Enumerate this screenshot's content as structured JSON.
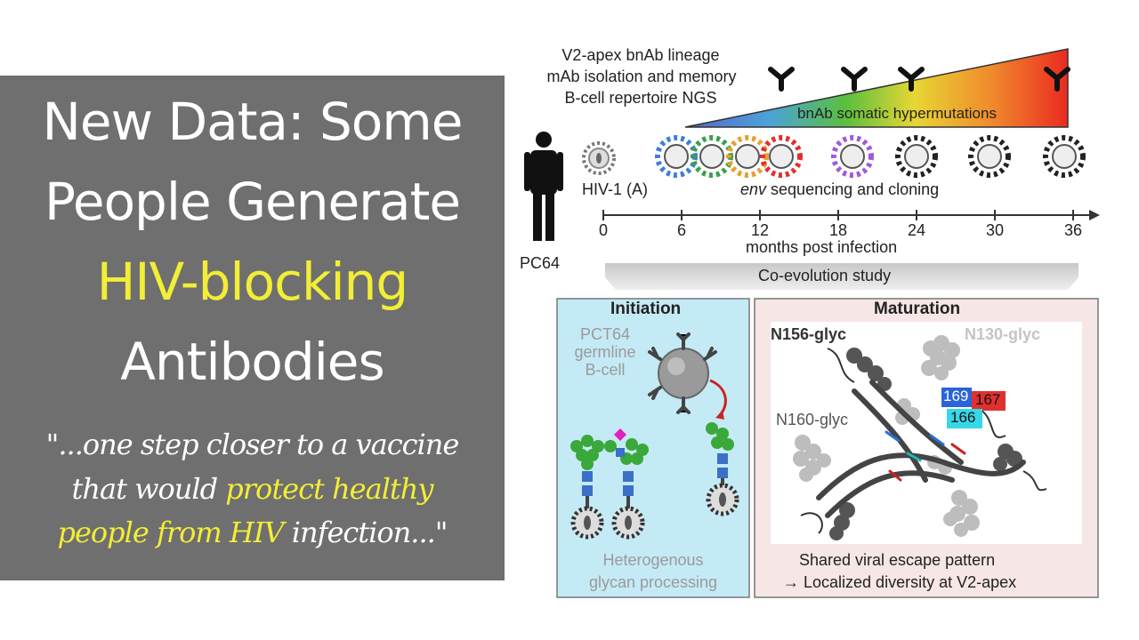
{
  "slide": {
    "headline": [
      "New Data: Some",
      "People Generate",
      "HIV-blocking",
      "Antibodies"
    ],
    "quote": {
      "line1": "\"...one step closer to a vaccine",
      "line2_pre": "that would ",
      "line2_hl": "protect healthy",
      "line3_hl": "people from HIV",
      "line3_post": " infection...\""
    },
    "colors": {
      "panel": "#6f6f6f",
      "highlight": "#f2ee36"
    }
  },
  "figure": {
    "header": [
      "V2-apex bnAb lineage",
      "mAb isolation and memory",
      "B-cell repertoire NGS"
    ],
    "gradient_label": "bnAb somatic hypermutations",
    "donor_label": "PC64",
    "virus_label": "HIV-1 (A)",
    "env_label_italic": "env",
    "env_label_rest": " sequencing and cloning",
    "axis_ticks": [
      "0",
      "6",
      "12",
      "18",
      "24",
      "30",
      "36"
    ],
    "axis_label": "months post infection",
    "coevolution_label": "Co-evolution study",
    "initiation": {
      "title": "Initiation",
      "bcell_label": [
        "PCT64",
        "germline",
        "B-cell"
      ],
      "bottom_label": [
        "Heterogenous",
        "glycan processing"
      ]
    },
    "maturation": {
      "title": "Maturation",
      "glycans": [
        "N156-glyc",
        "N130-glyc",
        "N160-glyc"
      ],
      "residues": [
        "169",
        "167",
        "166"
      ],
      "bottom_label": [
        "Shared viral escape pattern",
        "→ Localized diversity at V2-apex"
      ]
    }
  }
}
